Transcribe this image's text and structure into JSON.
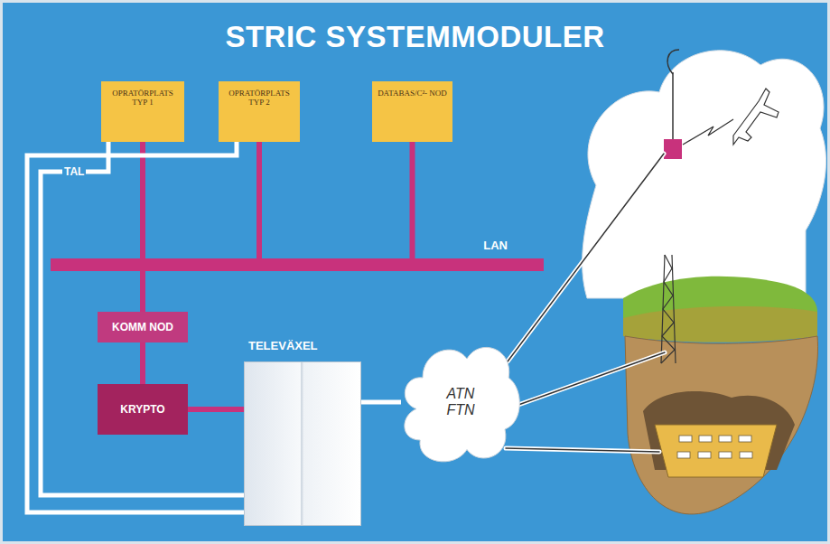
{
  "diagram": {
    "title": "STRIC SYSTEMMODULER",
    "nodes": [
      {
        "text": [
          "OPRATÖRPLATS TYP 1"
        ]
      },
      {
        "text": [
          "OPRATÖRPLATS TYP 2"
        ]
      },
      {
        "text": [
          "DATABAS/C²- NOD"
        ]
      },
      {
        "text": [
          "LAN"
        ]
      },
      {
        "text": [
          "KOMM NOD"
        ]
      },
      {
        "text": [
          "KRYPTO"
        ]
      },
      {
        "text": [
          "TELEVÄXEL"
        ]
      },
      {
        "text": [
          "ATN FTN"
        ]
      }
    ],
    "edges": [
      {
        "from": 0,
        "to": 3,
        "arrow": "none"
      },
      {
        "from": 1,
        "to": 3,
        "arrow": "none"
      },
      {
        "from": 2,
        "to": 3,
        "arrow": "none"
      },
      {
        "from": 3,
        "to": 4,
        "arrow": "none"
      },
      {
        "from": 4,
        "to": 5,
        "arrow": "none"
      },
      {
        "from": 5,
        "to": 6,
        "arrow": "none"
      },
      {
        "from": 6,
        "to": 7,
        "arrow": "none"
      },
      {
        "from": 0,
        "to": 6,
        "label": "TAL",
        "arrow": "none"
      },
      {
        "from": 1,
        "to": 6,
        "arrow": "none"
      }
    ]
  }
}
